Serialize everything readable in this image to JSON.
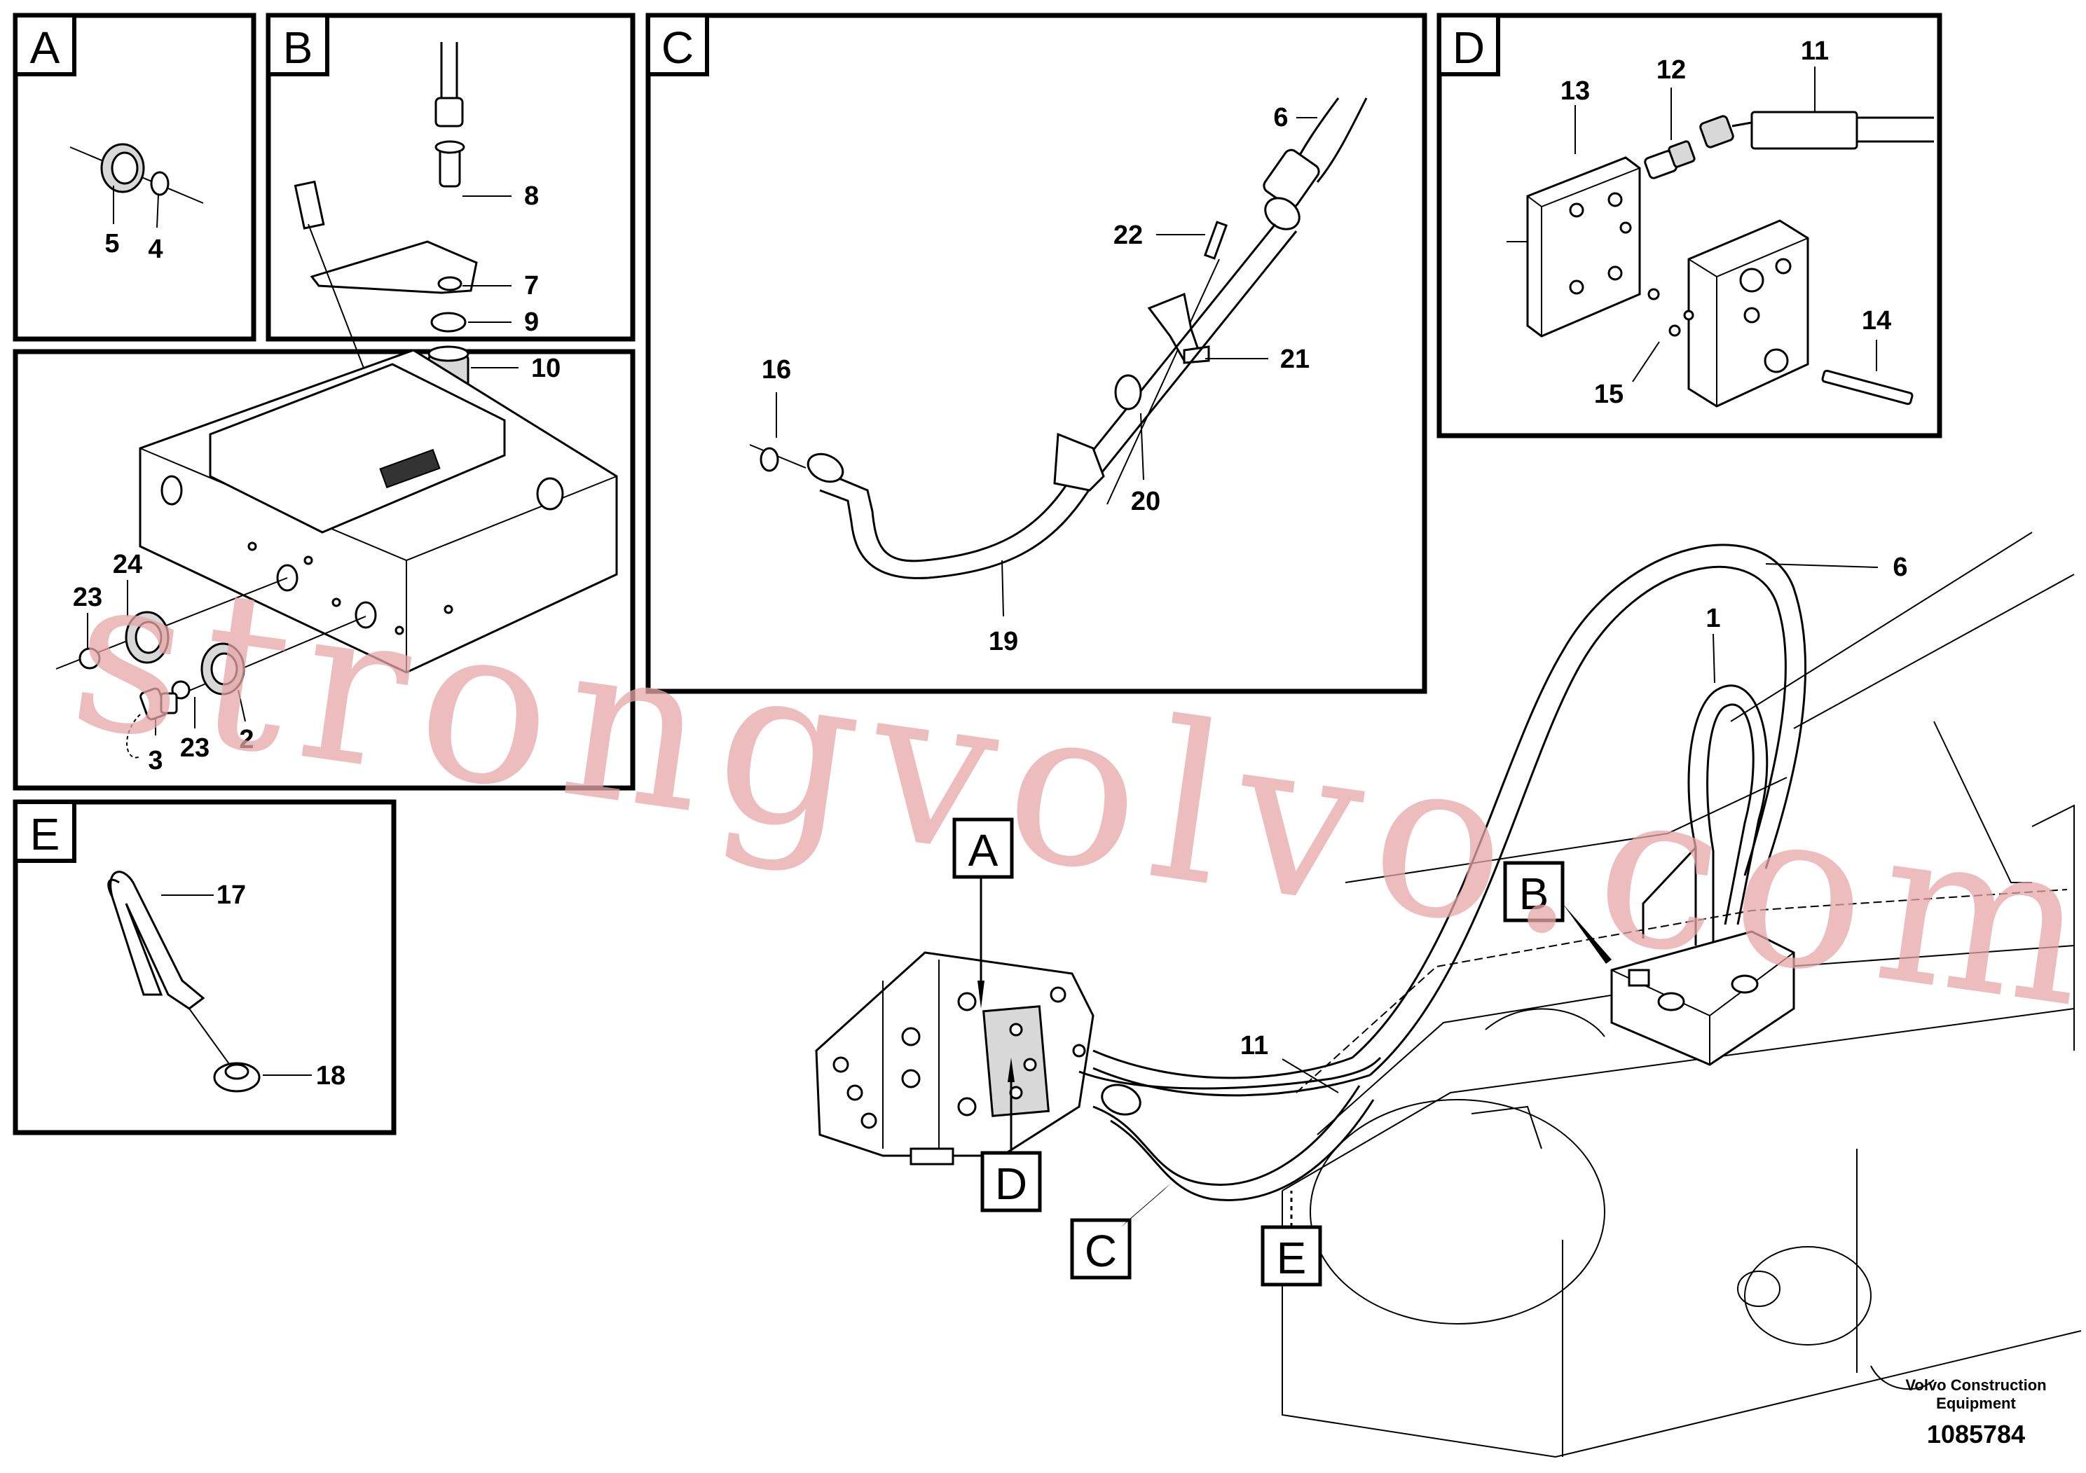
{
  "detail_views": {
    "A": {
      "letter": "A",
      "parts": [
        "5",
        "4"
      ]
    },
    "B": {
      "letter": "B",
      "parts": [
        "8",
        "7",
        "9",
        "10",
        "24",
        "23",
        "23",
        "3",
        "2"
      ]
    },
    "C": {
      "letter": "C",
      "parts": [
        "6",
        "22",
        "21",
        "16",
        "20",
        "19"
      ]
    },
    "D": {
      "letter": "D",
      "parts": [
        "13",
        "12",
        "11",
        "14",
        "15"
      ]
    },
    "E": {
      "letter": "E",
      "parts": [
        "17",
        "18"
      ]
    }
  },
  "main_view": {
    "parts": [
      "6",
      "1",
      "11"
    ],
    "callouts": [
      "A",
      "B",
      "C",
      "D",
      "E"
    ]
  },
  "watermark": "strongvolvo.com",
  "footer": {
    "company_line1": "Volvo Construction",
    "company_line2": "Equipment",
    "drawing_number": "1085784"
  }
}
